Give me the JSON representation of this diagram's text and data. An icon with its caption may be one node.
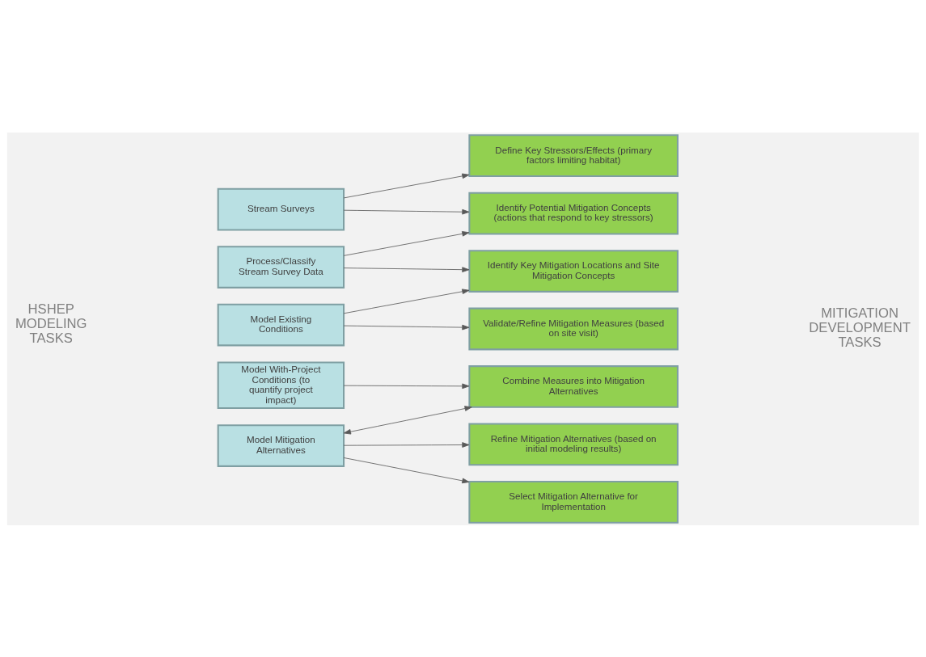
{
  "diagram": {
    "nodes": [
      {
        "text": [
          "Stream Surveys"
        ]
      },
      {
        "text": [
          "Process/Classify Stream Survey Data"
        ]
      },
      {
        "text": [
          "Model Existing Conditions"
        ]
      },
      {
        "text": [
          "Model With-Project Conditions (to quantify project impact)"
        ]
      },
      {
        "text": [
          "Model Mitigation Alternatives"
        ]
      },
      {
        "text": [
          "Define Key Stressors/Effects (primary factors limiting habitat)"
        ]
      },
      {
        "text": [
          "Identify Potential Mitigation Concepts (actions that respond to key stressors)"
        ]
      },
      {
        "text": [
          "Identify Key Mitigation Locations and Site Mitigation Concepts"
        ]
      },
      {
        "text": [
          "Validate/Refine Mitigation Measures (based on site visit)"
        ]
      },
      {
        "text": [
          "Combine Measures into Mitigation Alternatives"
        ]
      },
      {
        "text": [
          "Refine Mitigation Alternatives (based on initial modeling results)"
        ]
      },
      {
        "text": [
          "Select Mitigation Alternative for Implementation"
        ]
      }
    ],
    "edges": [
      {
        "from": 0,
        "to": 5,
        "arrow": "to"
      },
      {
        "from": 0,
        "to": 6,
        "arrow": "to"
      },
      {
        "from": 1,
        "to": 6,
        "arrow": "to"
      },
      {
        "from": 1,
        "to": 7,
        "arrow": "to"
      },
      {
        "from": 2,
        "to": 7,
        "arrow": "to"
      },
      {
        "from": 2,
        "to": 8,
        "arrow": "to"
      },
      {
        "from": 3,
        "to": 9,
        "arrow": "to"
      },
      {
        "from": 4,
        "to": 9,
        "arrow": "both"
      },
      {
        "from": 4,
        "to": 10,
        "arrow": "to"
      },
      {
        "from": 4,
        "to": 11,
        "arrow": "to"
      }
    ],
    "labels": [
      "HSHEP MODELING TASKS",
      "MITIGATION DEVELOPMENT TASKS"
    ]
  }
}
